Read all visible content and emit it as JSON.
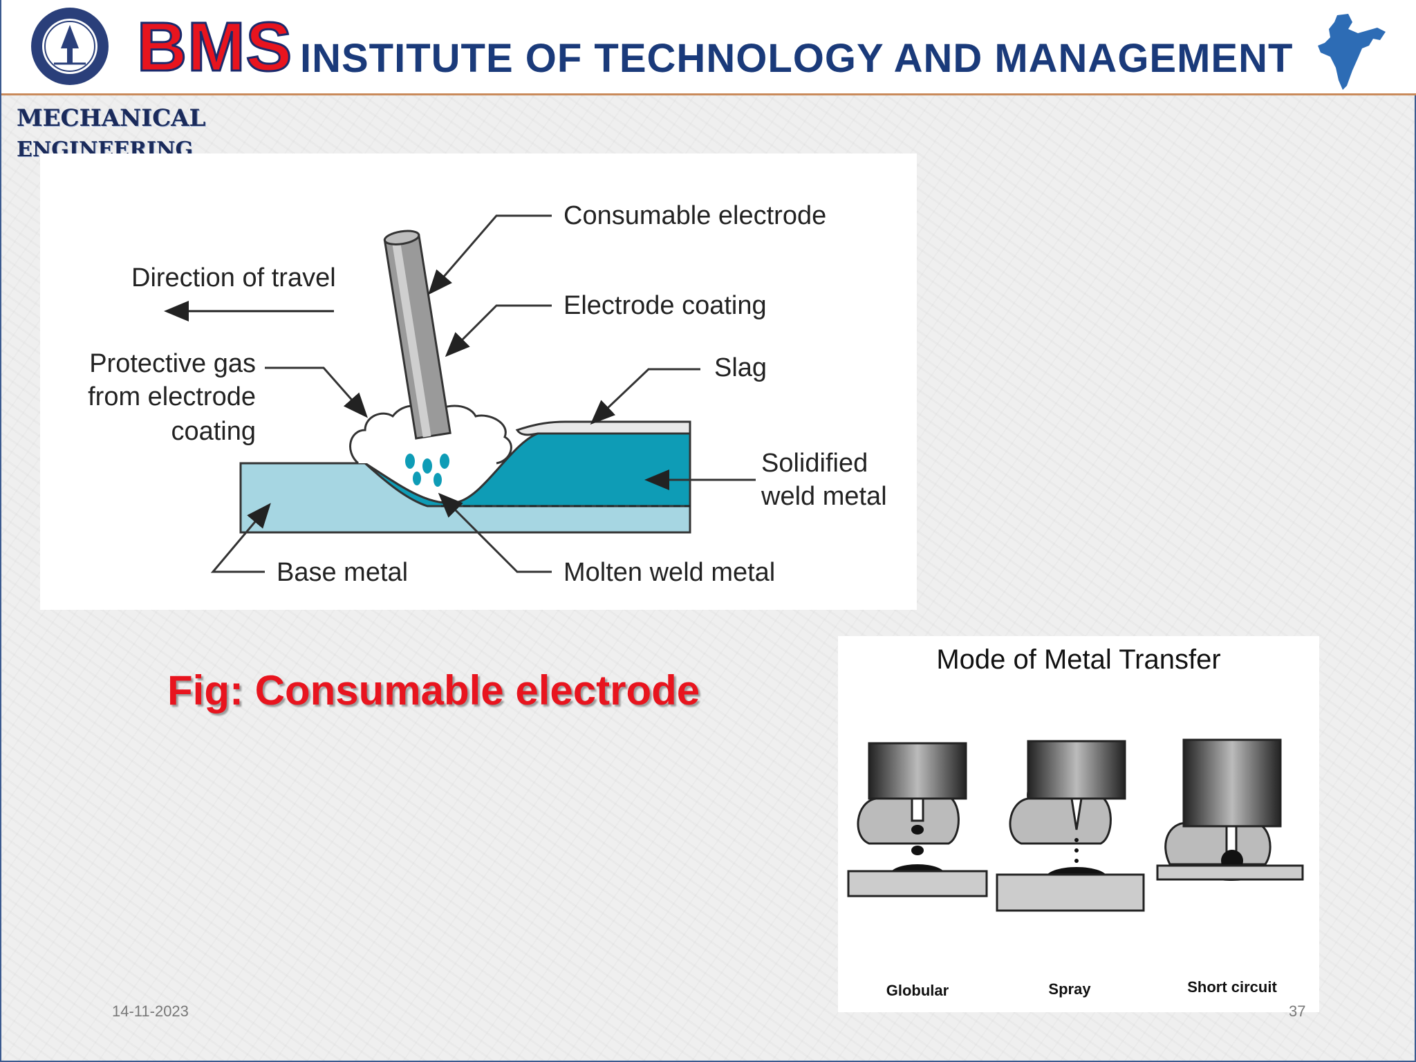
{
  "header": {
    "brand": "BMS",
    "institute": "INSTITUTE OF TECHNOLOGY AND MANAGEMENT"
  },
  "department": {
    "line1": "MECHANICAL",
    "line2": "ENGINEERING"
  },
  "figure1": {
    "labels": {
      "consumable_electrode": "Consumable electrode",
      "direction_of_travel": "Direction of travel",
      "electrode_coating": "Electrode coating",
      "protective_gas_1": "Protective gas",
      "protective_gas_2": "from electrode",
      "protective_gas_3": "coating",
      "slag": "Slag",
      "solidified_1": "Solidified",
      "solidified_2": "weld metal",
      "base_metal": "Base metal",
      "molten_weld_metal": "Molten weld metal"
    },
    "colors": {
      "base_metal": "#a6d6e2",
      "weld_metal": "#0e9cb6",
      "electrode": "#9a9a9a"
    }
  },
  "caption": "Fig: Consumable electrode",
  "figure2": {
    "title": "Mode of Metal Transfer",
    "modes": [
      "Globular",
      "Spray",
      "Short circuit"
    ]
  },
  "footer": {
    "date": "14-11-2023",
    "page": "37"
  }
}
